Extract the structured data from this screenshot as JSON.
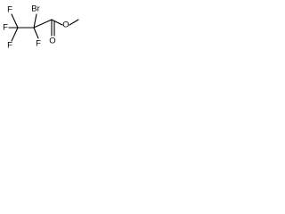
{
  "molecule": {
    "atoms": {
      "bromine": "Br",
      "fluorine_top_left": "F",
      "fluorine_left": "F",
      "fluorine_bottom_left": "F",
      "fluorine_center": "F",
      "carbonyl_oxygen": "O",
      "ester_oxygen": "O"
    }
  }
}
